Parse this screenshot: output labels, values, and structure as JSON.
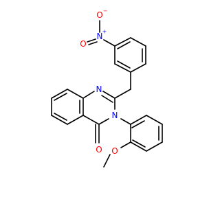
{
  "molecule": {
    "atom_colors": {
      "N": "#0000ff",
      "O": "#ff0000",
      "C": "#000000"
    },
    "labels": {
      "nitro_o_top": "O",
      "nitro_o_top_charge": "−",
      "nitro_n": "N",
      "nitro_n_charge": "+",
      "nitro_o_left": "O",
      "ring_n1": "N",
      "ring_n3": "N",
      "carbonyl_o": "O",
      "methoxy_o": "O"
    }
  }
}
